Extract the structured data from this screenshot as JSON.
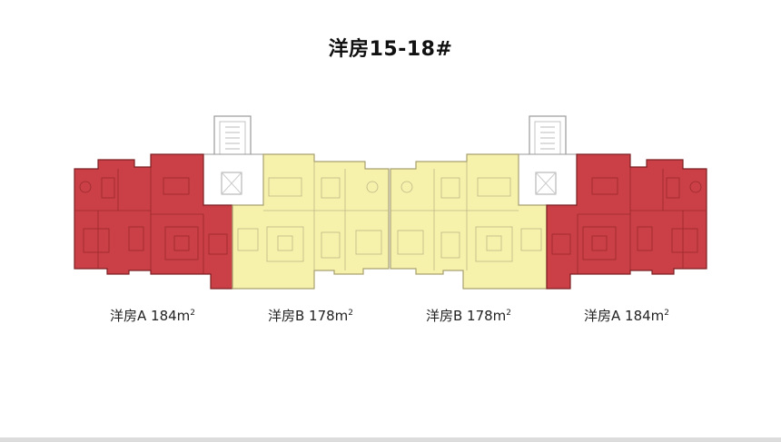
{
  "title": "洋房15-18#",
  "colors": {
    "unit_a": "#c8363c",
    "unit_b": "#f7f2ab",
    "core": "#ffffff",
    "walls": "#9a9a9a"
  },
  "units": [
    {
      "label": "洋房A 184m",
      "sup": "2",
      "color_key": "unit_a"
    },
    {
      "label": "洋房B 178m",
      "sup": "2",
      "color_key": "unit_b"
    },
    {
      "label": "洋房B 178m",
      "sup": "2",
      "color_key": "unit_b"
    },
    {
      "label": "洋房A 184m",
      "sup": "2",
      "color_key": "unit_a"
    }
  ]
}
